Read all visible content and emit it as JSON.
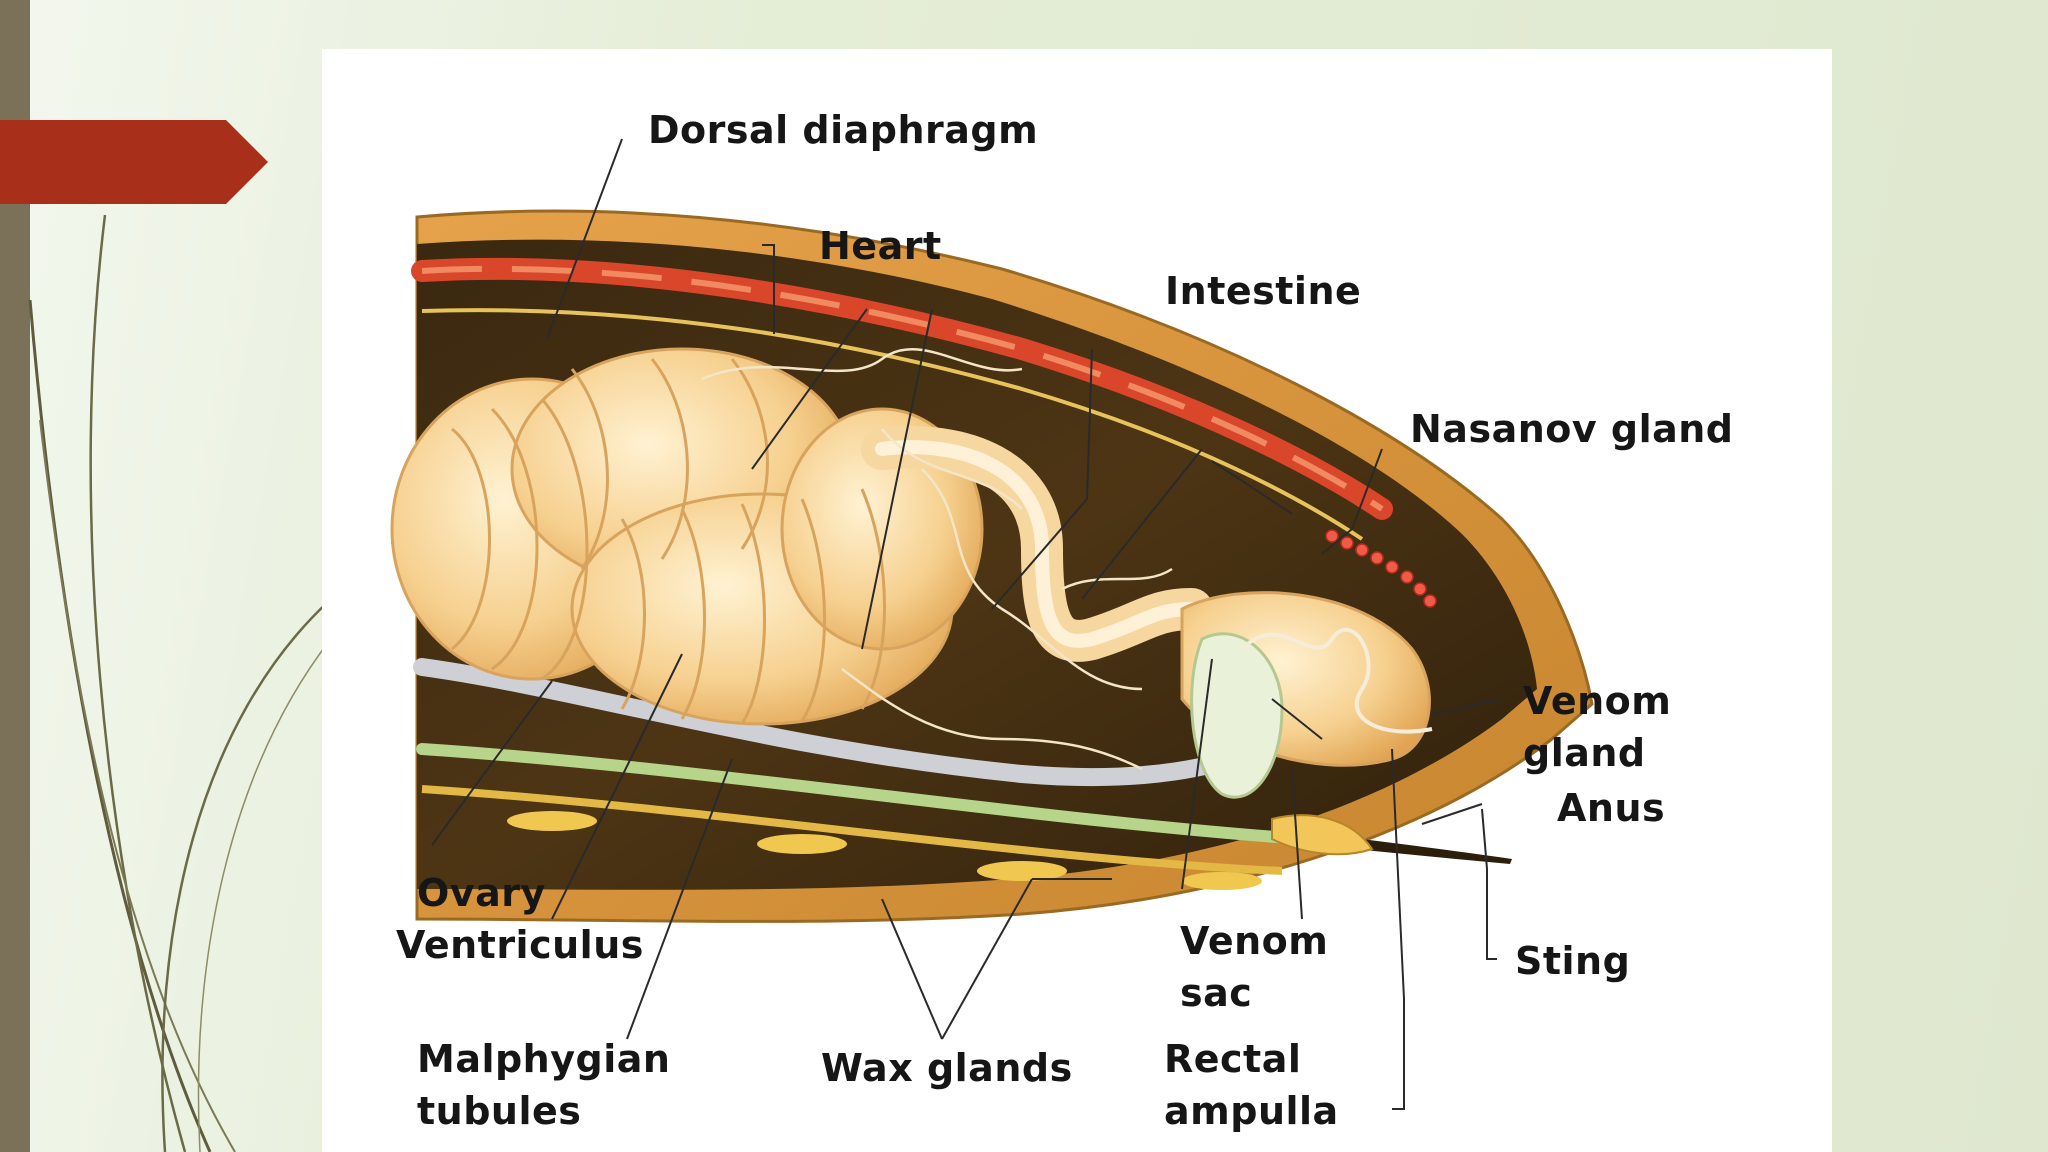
{
  "diagram": {
    "labels": {
      "dorsal_diaphragm": "Dorsal diaphragm",
      "heart": "Heart",
      "intestine": "Intestine",
      "nasanov_gland": "Nasanov gland",
      "venom_gland_1": "Venom",
      "venom_gland_2": "gland",
      "anus": "Anus",
      "sting": "Sting",
      "ovary": "Ovary",
      "ventriculus": "Ventriculus",
      "malphygian_1": "Malphygian",
      "malphygian_2": "tubules",
      "wax_glands": "Wax glands",
      "venom_sac_1": "Venom",
      "venom_sac_2": "sac",
      "rectal_ampulla_1": "Rectal",
      "rectal_ampulla_2": "ampulla"
    }
  },
  "theme": {
    "accent": "#a8301a",
    "left_bar": "#7b7158",
    "background": "#e2ead3"
  }
}
